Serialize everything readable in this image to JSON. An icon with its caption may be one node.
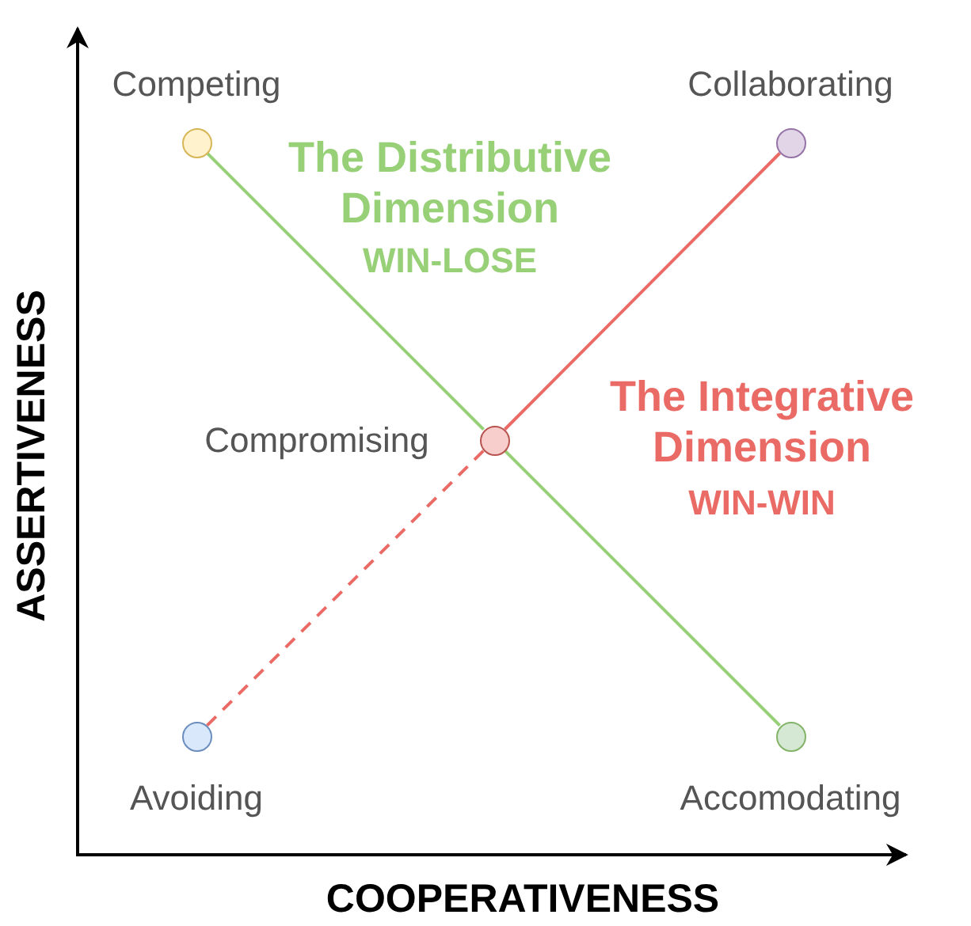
{
  "diagram": {
    "nodes": [
      {
        "text": [],
        "shape": "circle",
        "beside": [
          "Competing"
        ]
      },
      {
        "text": [],
        "shape": "circle",
        "beside": [
          "Collaborating"
        ]
      },
      {
        "text": [],
        "shape": "circle",
        "beside": [
          "Compromising"
        ]
      },
      {
        "text": [],
        "shape": "circle",
        "beside": [
          "Avoiding"
        ]
      },
      {
        "text": [],
        "shape": "circle",
        "beside": [
          "Accomodating"
        ]
      }
    ],
    "edges": [
      {
        "from": 0,
        "to": 2,
        "arrow": "none",
        "color": "#97d077"
      },
      {
        "from": 2,
        "to": 4,
        "arrow": "none",
        "color": "#97d077"
      },
      {
        "from": 3,
        "to": 2,
        "arrow": "none",
        "style": "dashed",
        "color": "#ea6b66"
      },
      {
        "from": 2,
        "to": 1,
        "arrow": "none",
        "color": "#ea6b66"
      }
    ],
    "labels": [
      "The Distributive Dimension",
      "WIN-LOSE",
      "ASSERTIVENESS",
      "The Integrative Dimension",
      "WIN-WIN",
      "COOPERATIVENESS"
    ]
  }
}
